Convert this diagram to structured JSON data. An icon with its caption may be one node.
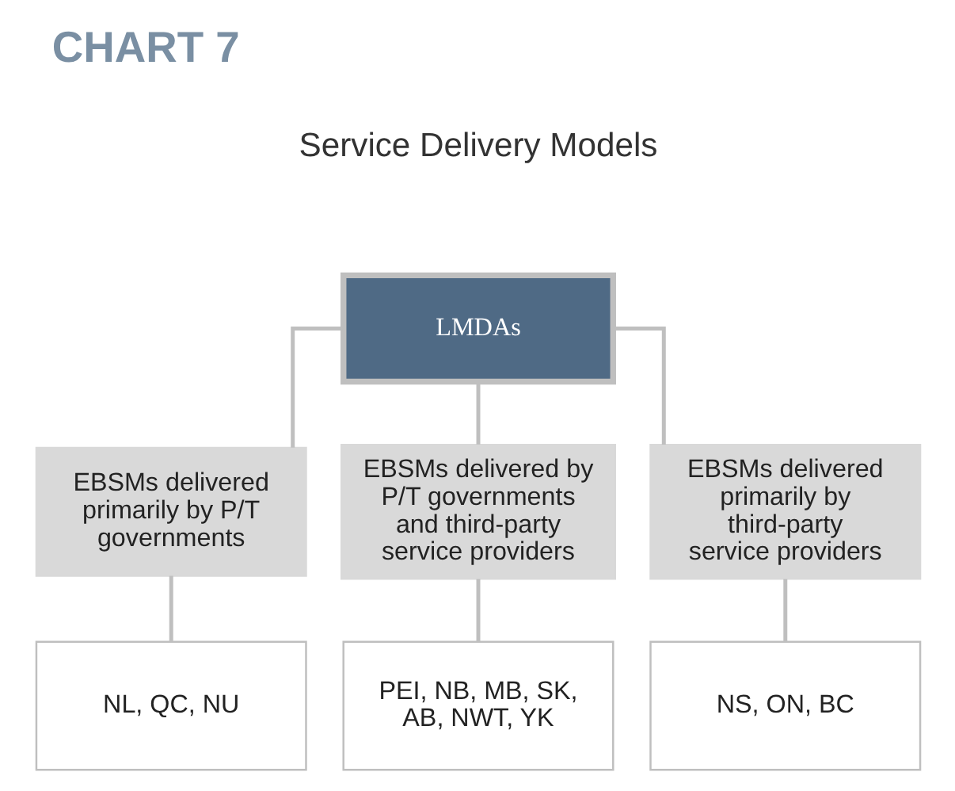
{
  "diagram": {
    "title": "CHART 7",
    "nodes": [
      {
        "text": [
          "LMDAs"
        ]
      },
      {
        "text": [
          "EBSMs delivered primarily by P/T governments"
        ]
      },
      {
        "text": [
          "EBSMs delivered by P/T governments and third-party service providers"
        ]
      },
      {
        "text": [
          "EBSMs delivered primarily by third-party service providers"
        ]
      },
      {
        "text": [
          "NL, QC, NU"
        ]
      },
      {
        "text": [
          "PEI, NB, MB, SK, AB, NWT, YK"
        ]
      },
      {
        "text": [
          "NS, ON, BC"
        ]
      }
    ],
    "edges": [
      {
        "from": 0,
        "to": 1,
        "arrow": "none"
      },
      {
        "from": 0,
        "to": 2,
        "arrow": "none"
      },
      {
        "from": 0,
        "to": 3,
        "arrow": "none"
      },
      {
        "from": 1,
        "to": 4,
        "arrow": "none"
      },
      {
        "from": 2,
        "to": 5,
        "arrow": "none"
      },
      {
        "from": 3,
        "to": 6,
        "arrow": "none"
      }
    ],
    "labels": [
      "Service Delivery Models"
    ]
  }
}
